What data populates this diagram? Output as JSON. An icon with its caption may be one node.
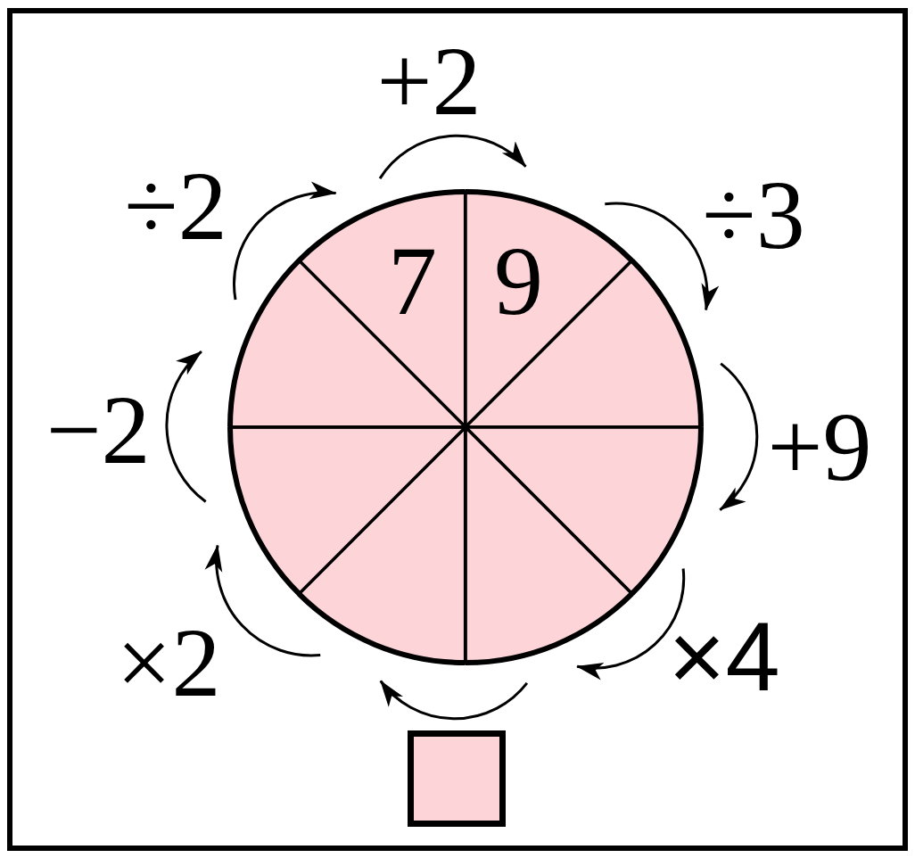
{
  "diagram": {
    "nodes": [
      {
        "text": [
          "7"
        ]
      },
      {
        "text": [
          "9"
        ]
      },
      {
        "text": [],
        "shape": "sector"
      },
      {
        "text": [],
        "shape": "sector"
      },
      {
        "text": [],
        "shape": "sector"
      },
      {
        "text": [],
        "shape": "sector"
      },
      {
        "text": [],
        "shape": "sector"
      },
      {
        "text": [],
        "shape": "sector"
      },
      {
        "text": [],
        "shape": "box"
      }
    ],
    "edges": [
      {
        "from": 0,
        "to": 1,
        "arrow": "to",
        "label": "+2"
      },
      {
        "from": 1,
        "to": 2,
        "arrow": "to",
        "label": "÷3"
      },
      {
        "from": 2,
        "to": 3,
        "arrow": "to",
        "label": "+9"
      },
      {
        "from": 3,
        "to": 4,
        "arrow": "to",
        "label": "×4"
      },
      {
        "from": 4,
        "to": 5,
        "arrow": "to"
      },
      {
        "from": 5,
        "to": 6,
        "arrow": "to",
        "label": "×2"
      },
      {
        "from": 6,
        "to": 7,
        "arrow": "to",
        "label": "−2"
      },
      {
        "from": 7,
        "to": 0,
        "arrow": "to",
        "label": "÷2"
      }
    ]
  }
}
